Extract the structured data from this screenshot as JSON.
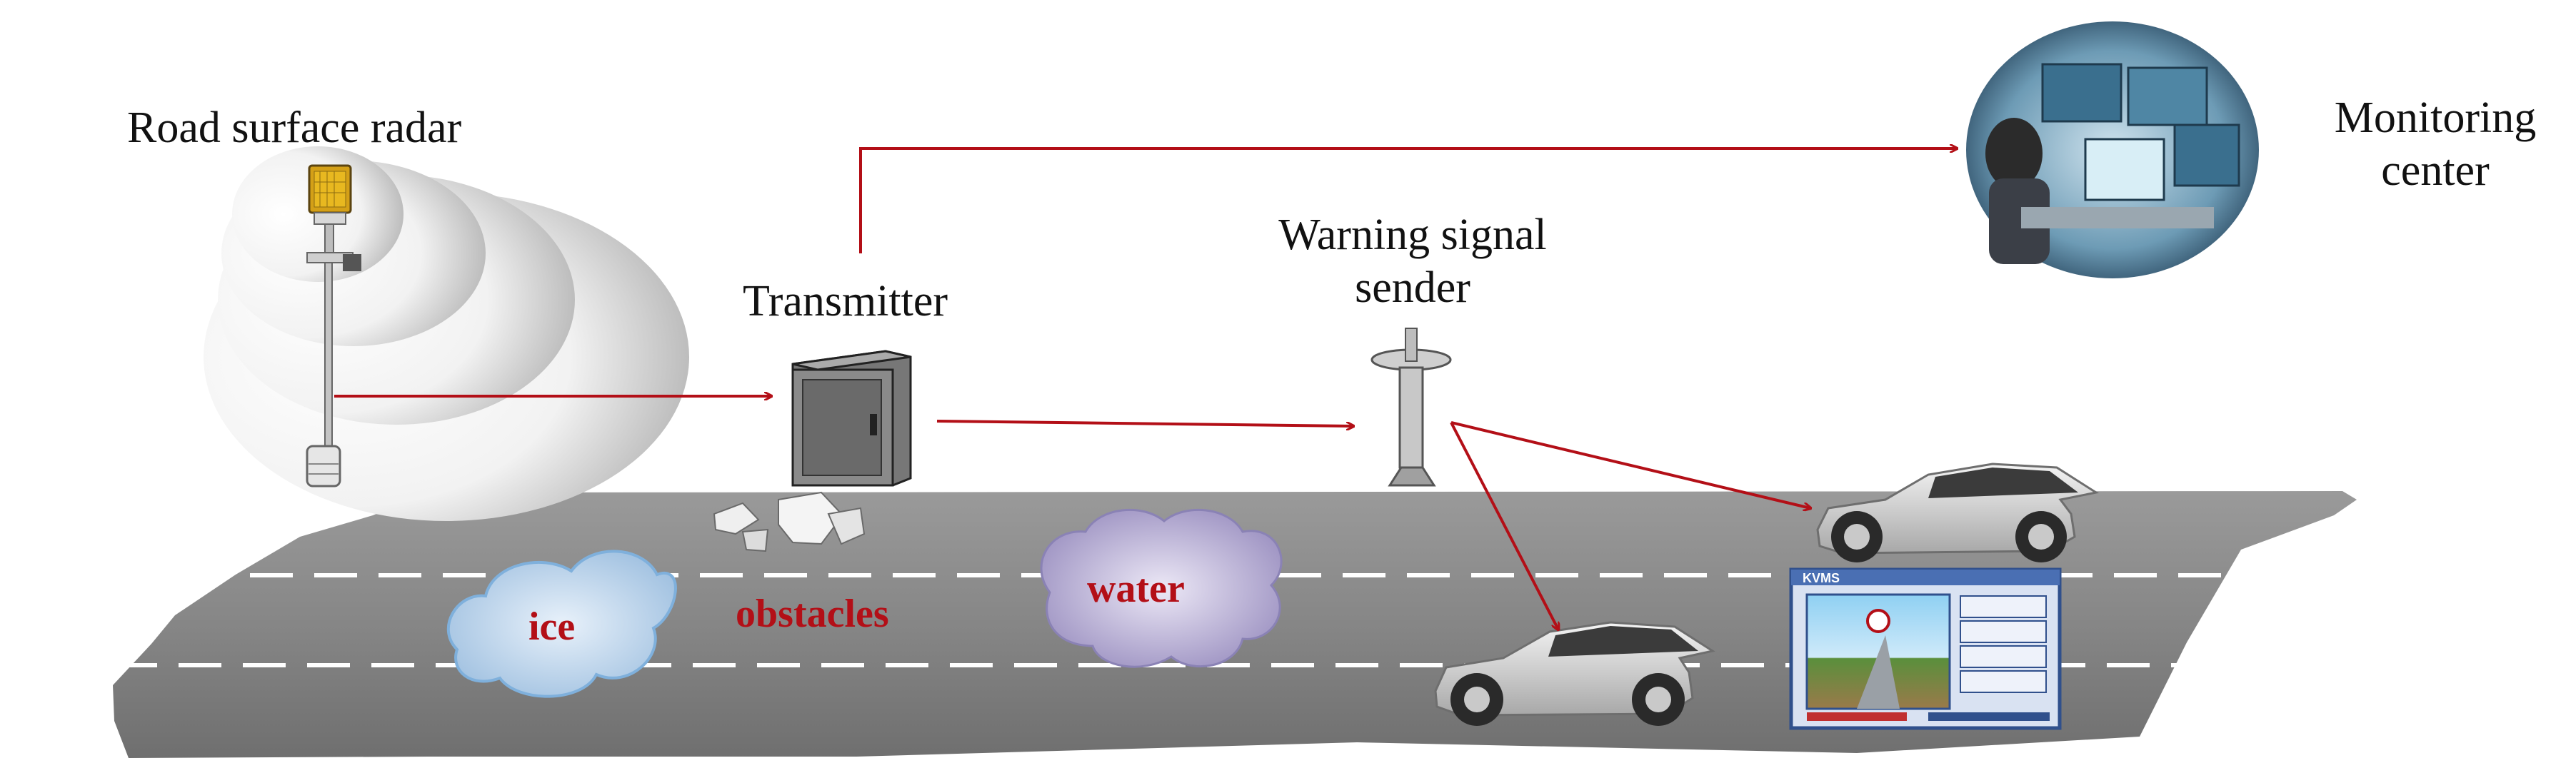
{
  "labels": {
    "radar": "Road surface radar",
    "monitoring_line1": "Monitoring",
    "monitoring_line2": "center",
    "warning_line1": "Warning signal",
    "warning_line2": "sender",
    "transmitter": "Transmitter"
  },
  "hazards": {
    "ice": "ice",
    "obstacles": "obstacles",
    "water": "water"
  },
  "vms": {
    "brand": "KVMS"
  },
  "colors": {
    "arrow": "#b30f17",
    "hazard_text": "#b30f17",
    "road": "#7a7a7a",
    "lane_marking": "#ffffff",
    "ice": "#bcd6ee",
    "water": "#a89cc4"
  },
  "icons": [
    "radar-pole-icon",
    "transmitter-box-icon",
    "warning-sender-post-icon",
    "car-icon",
    "vms-screen-icon",
    "monitoring-room-photo"
  ]
}
